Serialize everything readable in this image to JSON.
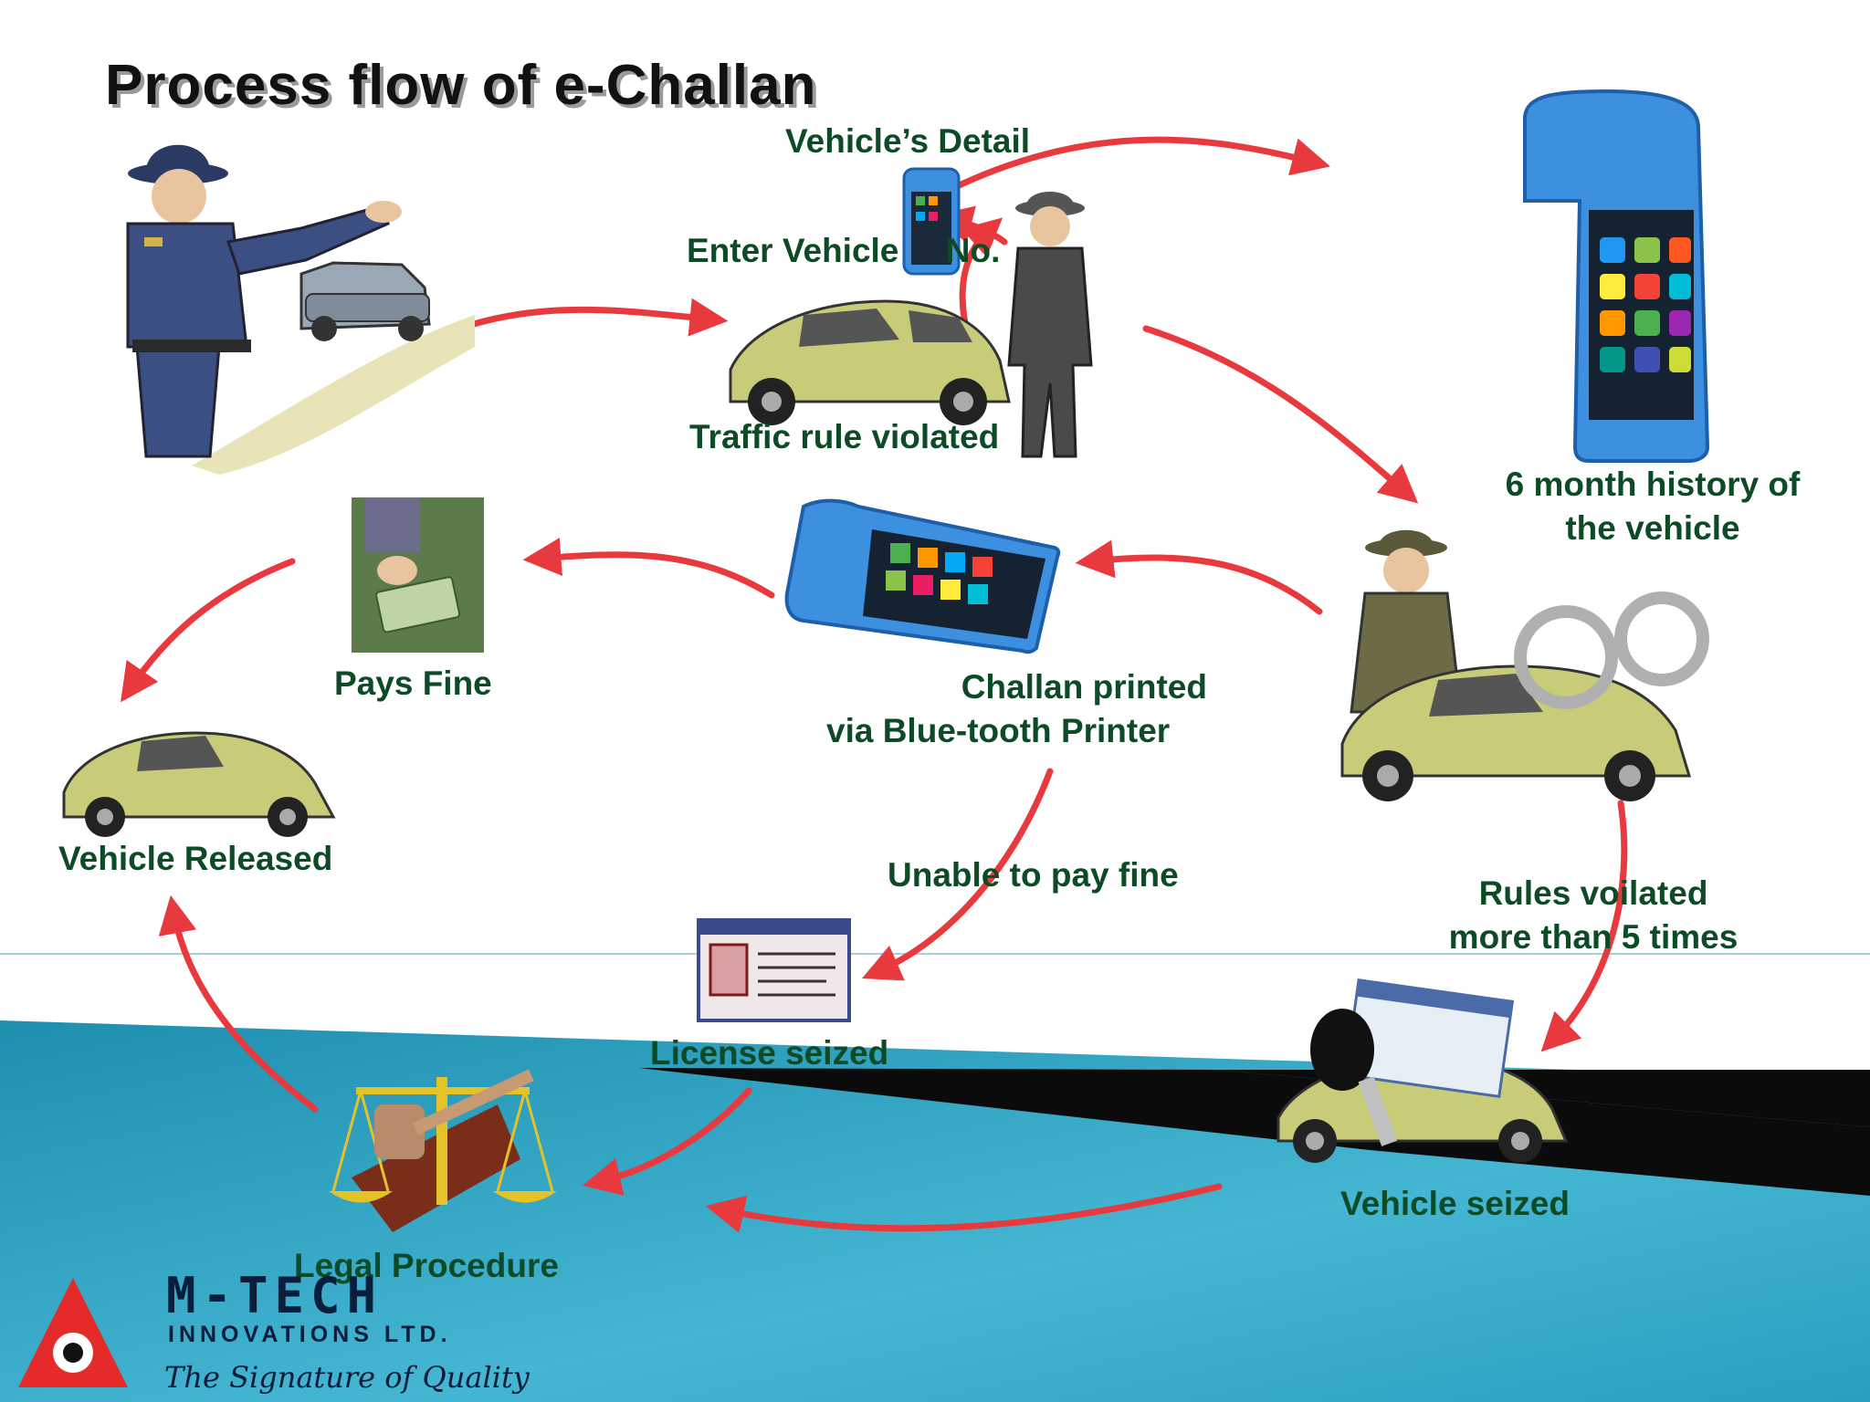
{
  "title": "Process flow of  e-Challan",
  "labels": {
    "vehicle_detail": "Vehicle’s Detail",
    "enter_vehicle_no": "Enter Vehicle     No.",
    "traffic_rule_violated": "Traffic rule violated",
    "history_line1": "6 month history of",
    "history_line2": "the vehicle",
    "pays_fine": "Pays Fine",
    "challan_line1": "Challan printed",
    "challan_line2": "via Blue-tooth Printer",
    "vehicle_released": "Vehicle Released",
    "unable_to_pay": "Unable to pay fine",
    "rules_line1": "Rules voilated",
    "rules_line2": "more than 5 times",
    "license_seized": "License seized",
    "vehicle_seized": "Vehicle seized",
    "legal_procedure": "Legal Procedure"
  },
  "logo": {
    "name": "M-TECH",
    "subtitle": "INNOVATIONS LTD.",
    "tagline": "The Signature of Quality"
  },
  "colors": {
    "arrow": "#e8393f",
    "label": "#0d4a26",
    "teal": "#2aa0bf",
    "device": "#3d8fe0",
    "car": "#c8cc78"
  }
}
